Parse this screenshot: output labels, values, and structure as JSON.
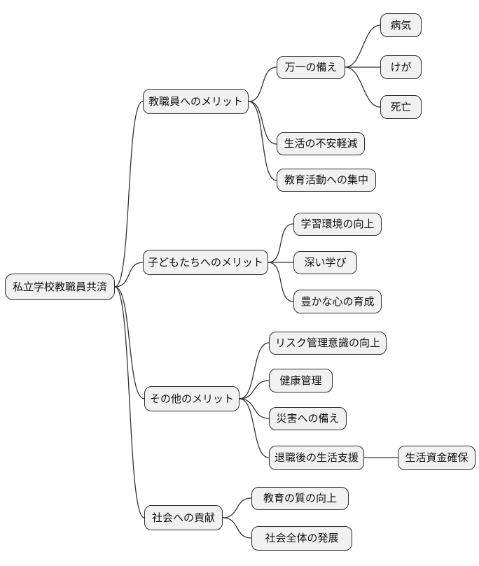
{
  "diagram": {
    "type": "mindmap",
    "background_color": "#ffffff",
    "node_fill_color": "#f1f1f1",
    "node_border_color": "#2e2e2e",
    "edge_color": "#333333",
    "root": {
      "label": "私立学校教職員共済"
    },
    "branches": [
      {
        "label": "教職員へのメリット",
        "children": [
          {
            "label": "万一の備え",
            "children": [
              {
                "label": "病気"
              },
              {
                "label": "けが"
              },
              {
                "label": "死亡"
              }
            ]
          },
          {
            "label": "生活の不安軽減",
            "children": []
          },
          {
            "label": "教育活動への集中",
            "children": []
          }
        ]
      },
      {
        "label": "子どもたちへのメリット",
        "children": [
          {
            "label": "学習環境の向上",
            "children": []
          },
          {
            "label": "深い学び",
            "children": []
          },
          {
            "label": "豊かな心の育成",
            "children": []
          }
        ]
      },
      {
        "label": "その他のメリット",
        "children": [
          {
            "label": "リスク管理意識の向上",
            "children": []
          },
          {
            "label": "健康管理",
            "children": []
          },
          {
            "label": "災害への備え",
            "children": []
          },
          {
            "label": "退職後の生活支援",
            "children": [
              {
                "label": "生活資金確保"
              }
            ]
          }
        ]
      },
      {
        "label": "社会への貢献",
        "children": [
          {
            "label": "教育の質の向上",
            "children": []
          },
          {
            "label": "社会全体の発展",
            "children": []
          }
        ]
      }
    ]
  }
}
